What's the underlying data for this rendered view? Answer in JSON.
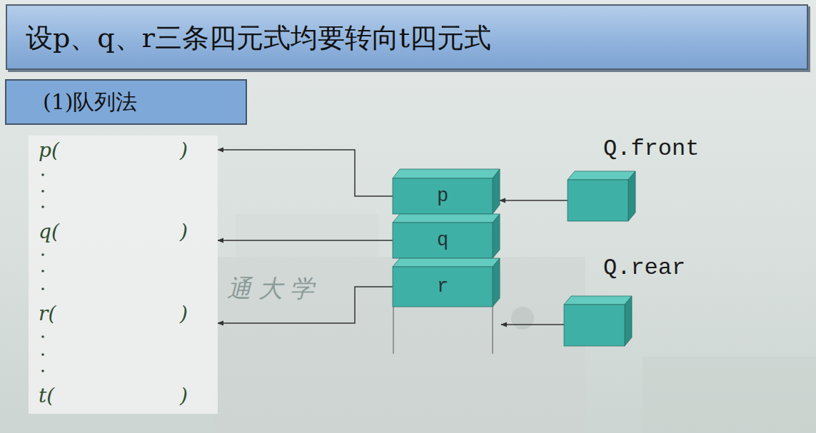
{
  "diagram": {
    "title": "设p、q、r三条四元式均要转向t四元式",
    "nodes": [
      {
        "text": [
          "(1)队列法"
        ]
      },
      {
        "text": [
          "p(",
          ")",
          "q(",
          ")",
          "r(",
          ")",
          "t(",
          ")"
        ]
      },
      {
        "text": [
          "p"
        ]
      },
      {
        "text": [
          "q"
        ]
      },
      {
        "text": [
          "r"
        ]
      },
      {
        "text": [
          "Q.front"
        ]
      },
      {
        "text": [
          "Q.rear"
        ]
      }
    ],
    "edges": [
      {
        "from": 2,
        "to": 1,
        "arrow": "to"
      },
      {
        "from": 3,
        "to": 1,
        "arrow": "to"
      },
      {
        "from": 4,
        "to": 1,
        "arrow": "to"
      },
      {
        "from": 5,
        "to": 2,
        "arrow": "to"
      }
    ],
    "labels": [
      "通大学"
    ]
  }
}
